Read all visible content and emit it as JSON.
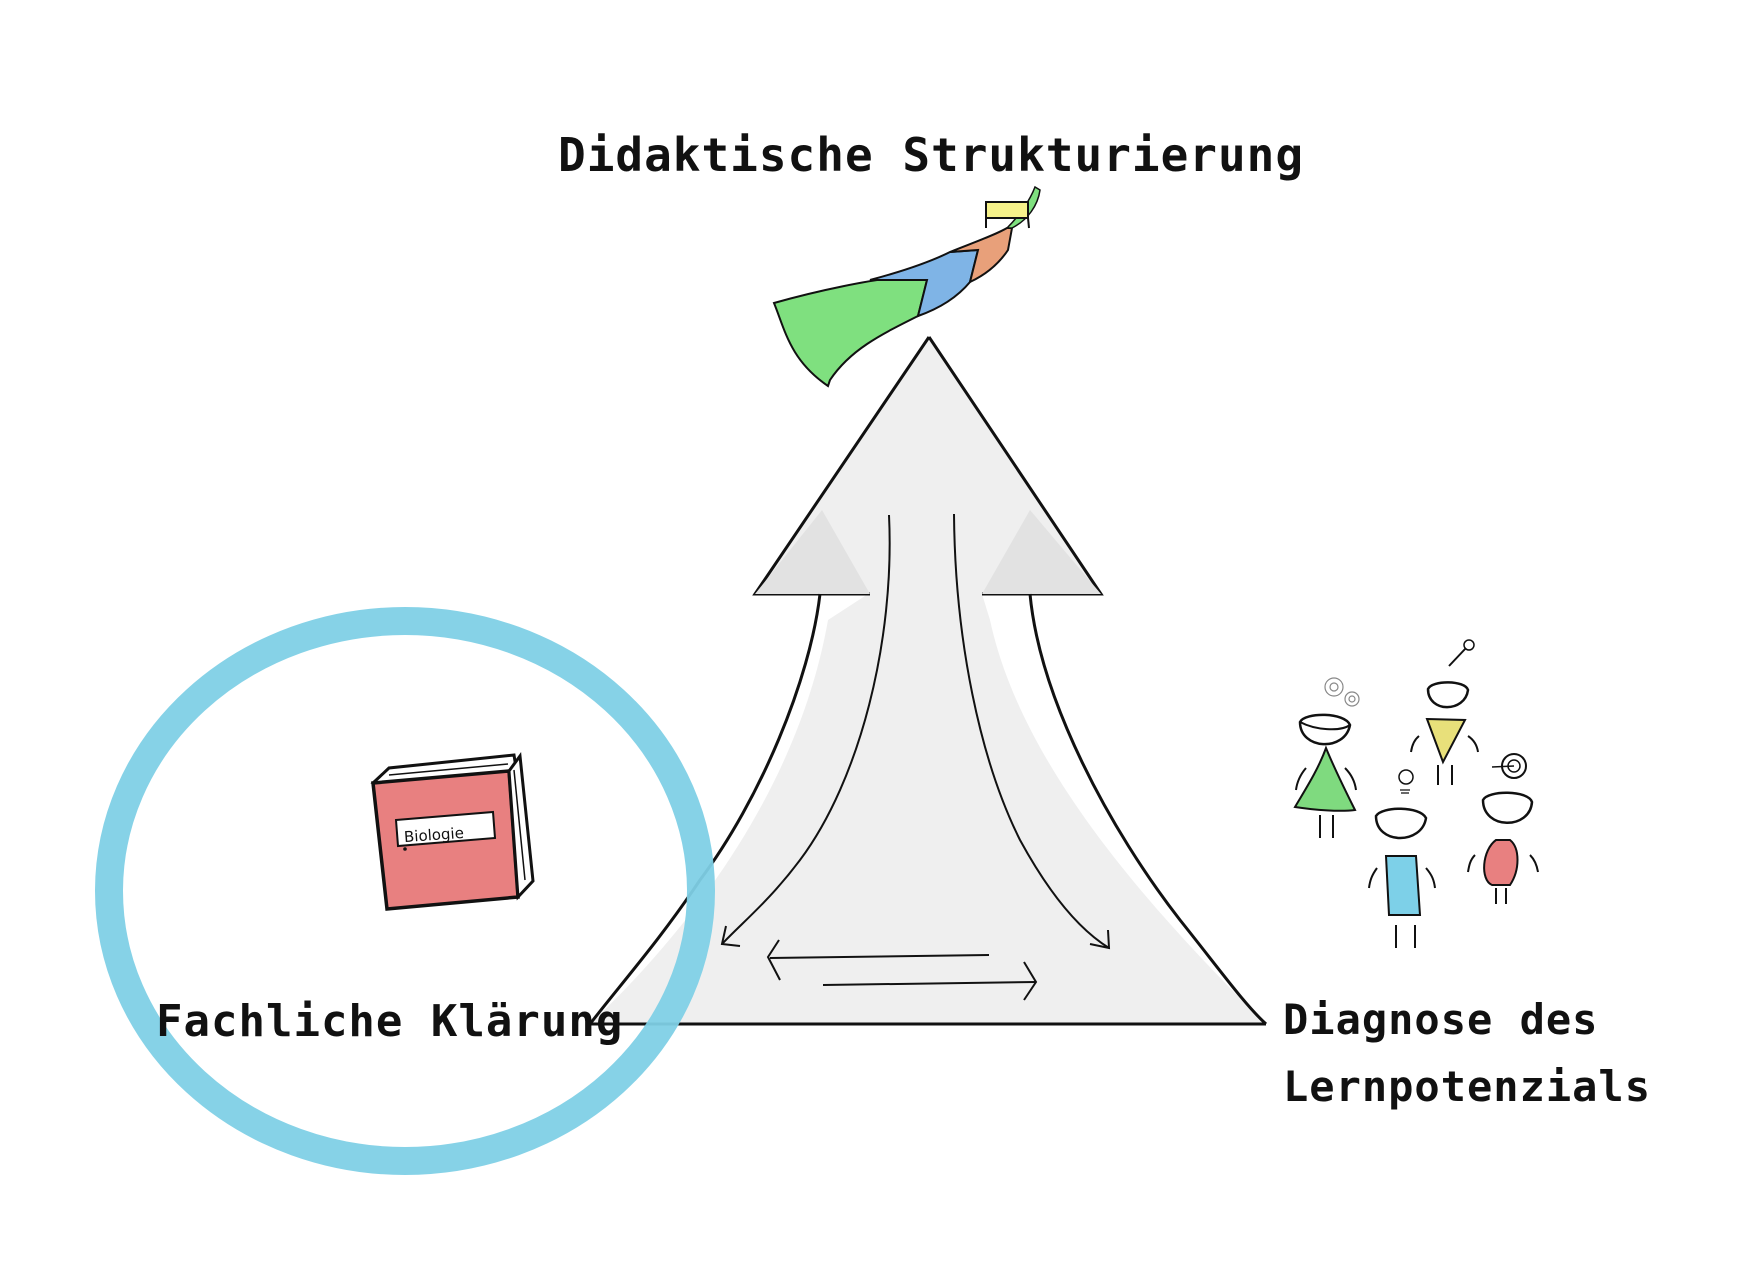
{
  "diagram": {
    "title": "Didaktische Strukturierung",
    "vertices": {
      "top": {
        "label": "Didaktische Strukturierung"
      },
      "bottom_left": {
        "label": "Fachliche Klärung",
        "highlighted": true
      },
      "bottom_right": {
        "label_line1": "Diagnose des",
        "label_line2": "Lernpotenzials"
      }
    },
    "book": {
      "label": "Biologie"
    },
    "icons": {
      "top": "learning-path-ribbon-icon",
      "bottom_left": "book-icon",
      "bottom_right": "learners-group-icon"
    },
    "colors": {
      "highlight_circle": "#7FD0E6",
      "triangle_fill": "#F0F0F0",
      "book": "#E88080",
      "ribbon_green": "#7FE07F",
      "ribbon_blue": "#7FB4E6",
      "ribbon_orange": "#E8A07A",
      "ribbon_yellow": "#F6F28A",
      "figure_green": "#7FDA7F",
      "figure_yellow": "#E8E07A",
      "figure_blue": "#7DD0E8",
      "figure_red": "#E88080"
    }
  }
}
